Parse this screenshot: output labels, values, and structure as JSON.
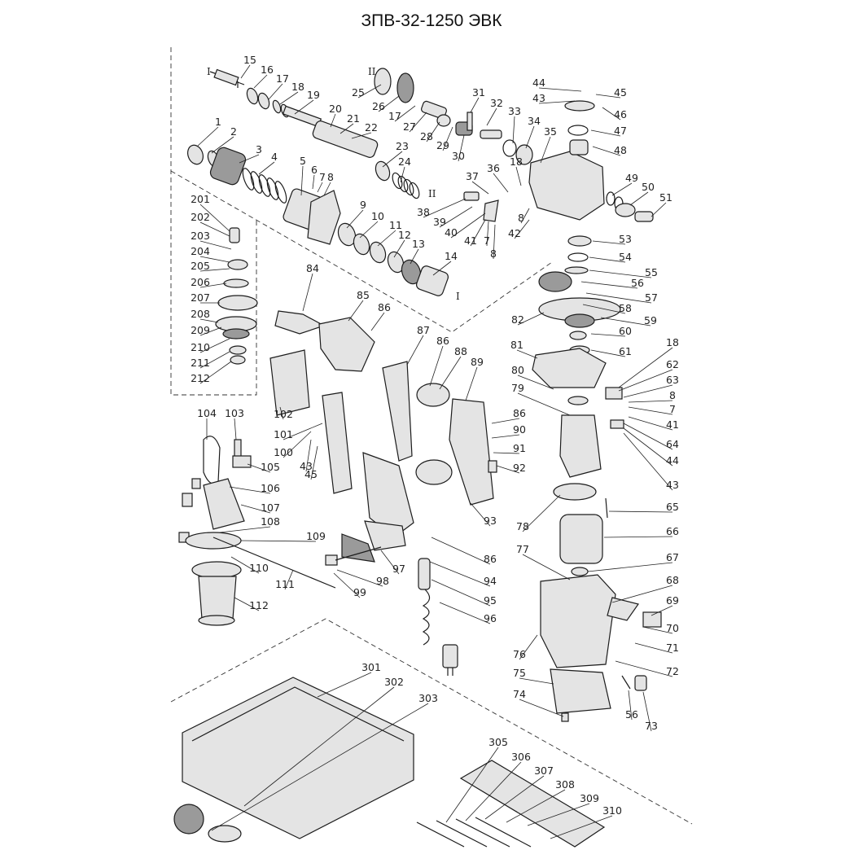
{
  "title": "ЗПВ-32-1250 ЭВК",
  "axis_markers": {
    "shaft_I": "I",
    "shaft_II": "II"
  },
  "parts": {
    "p1": "1",
    "p2": "2",
    "p3": "3",
    "p4": "4",
    "p5": "5",
    "p6": "6",
    "p7": "7",
    "p8": "8",
    "p9": "9",
    "p10": "10",
    "p11": "11",
    "p12": "12",
    "p13": "13",
    "p14": "14",
    "p15": "15",
    "p16": "16",
    "p17": "17",
    "p18": "18",
    "p19": "19",
    "p20": "20",
    "p21": "21",
    "p22": "22",
    "p23": "23",
    "p24": "24",
    "p25": "25",
    "p26": "26",
    "p27": "27",
    "p28": "28",
    "p29": "29",
    "p30": "30",
    "p31": "31",
    "p32": "32",
    "p33": "33",
    "p34": "34",
    "p35": "35",
    "p36": "36",
    "p37": "37",
    "p38": "38",
    "p39": "39",
    "p40": "40",
    "p41": "41",
    "p42": "42",
    "p43": "43",
    "p44": "44",
    "p45": "45",
    "p46": "46",
    "p47": "47",
    "p48": "48",
    "p49": "49",
    "p50": "50",
    "p51": "51",
    "p53": "53",
    "p54": "54",
    "p55": "55",
    "p56": "56",
    "p57": "57",
    "p58": "58",
    "p59": "59",
    "p60": "60",
    "p61": "61",
    "p62": "62",
    "p63": "63",
    "p64": "64",
    "p65": "65",
    "p66": "66",
    "p67": "67",
    "p68": "68",
    "p69": "69",
    "p70": "70",
    "p71": "71",
    "p72": "72",
    "p73": "73",
    "p74": "74",
    "p75": "75",
    "p76": "76",
    "p77": "77",
    "p78": "78",
    "p79": "79",
    "p80": "80",
    "p81": "81",
    "p82": "82",
    "p84": "84",
    "p85": "85",
    "p86": "86",
    "p87": "87",
    "p88": "88",
    "p89": "89",
    "p90": "90",
    "p91": "91",
    "p92": "92",
    "p93": "93",
    "p94": "94",
    "p95": "95",
    "p96": "96",
    "p97": "97",
    "p98": "98",
    "p99": "99",
    "p100": "100",
    "p101": "101",
    "p102": "102",
    "p103": "103",
    "p104": "104",
    "p105": "105",
    "p106": "106",
    "p107": "107",
    "p108": "108",
    "p109": "109",
    "p110": "110",
    "p111": "111",
    "p112": "112",
    "p201": "201",
    "p202": "202",
    "p203": "203",
    "p204": "204",
    "p205": "205",
    "p206": "206",
    "p207": "207",
    "p208": "208",
    "p209": "209",
    "p210": "210",
    "p211": "211",
    "p212": "212",
    "p301": "301",
    "p302": "302",
    "p303": "303",
    "p305": "305",
    "p306": "306",
    "p307": "307",
    "p308": "308",
    "p309": "309",
    "p310": "310"
  }
}
